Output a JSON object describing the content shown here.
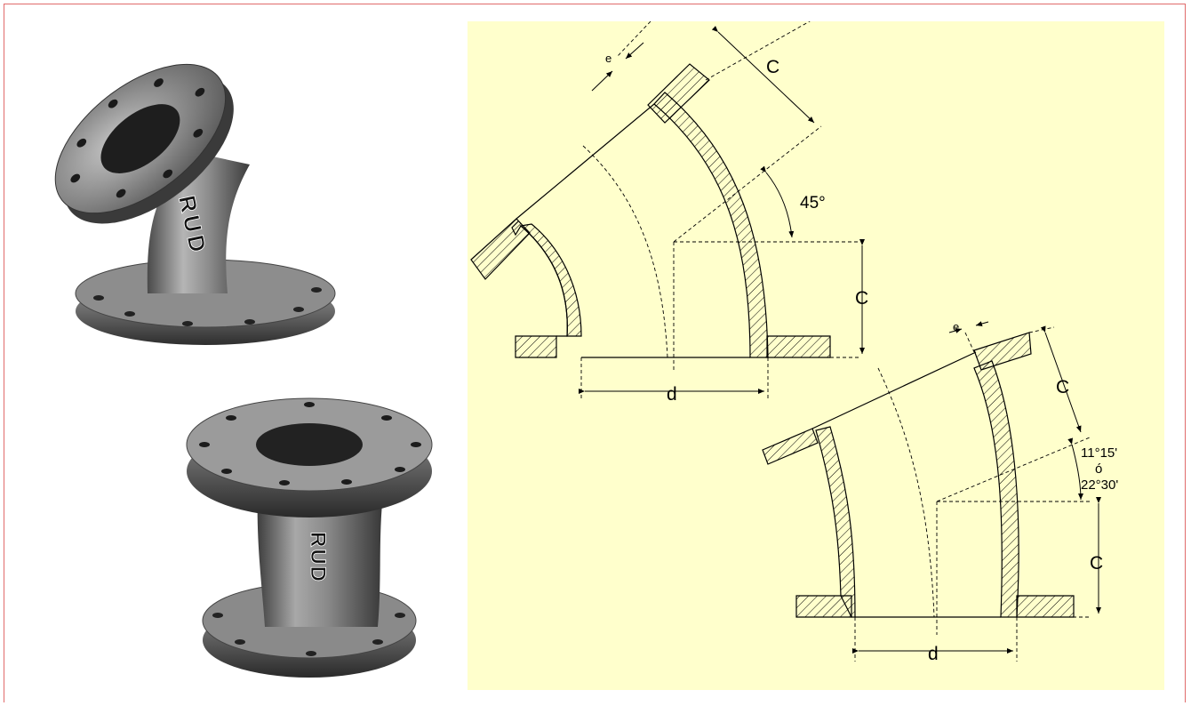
{
  "photos": {
    "top_marking": "RUD",
    "bottom_marking": "RUD"
  },
  "drawing_45": {
    "label_e": "e",
    "label_c_top": "C",
    "label_c_side": "C",
    "label_d": "d",
    "label_angle": "45°"
  },
  "drawing_small": {
    "label_e": "e",
    "label_c_top": "C",
    "label_c_side": "C",
    "label_d": "d",
    "label_angle_1": "11°15'",
    "label_angle_or": "ó",
    "label_angle_2": "22°30'"
  },
  "colors": {
    "frame": "#e06b6b",
    "panel": "#ffffcc",
    "metal": "#8a8a8a"
  }
}
